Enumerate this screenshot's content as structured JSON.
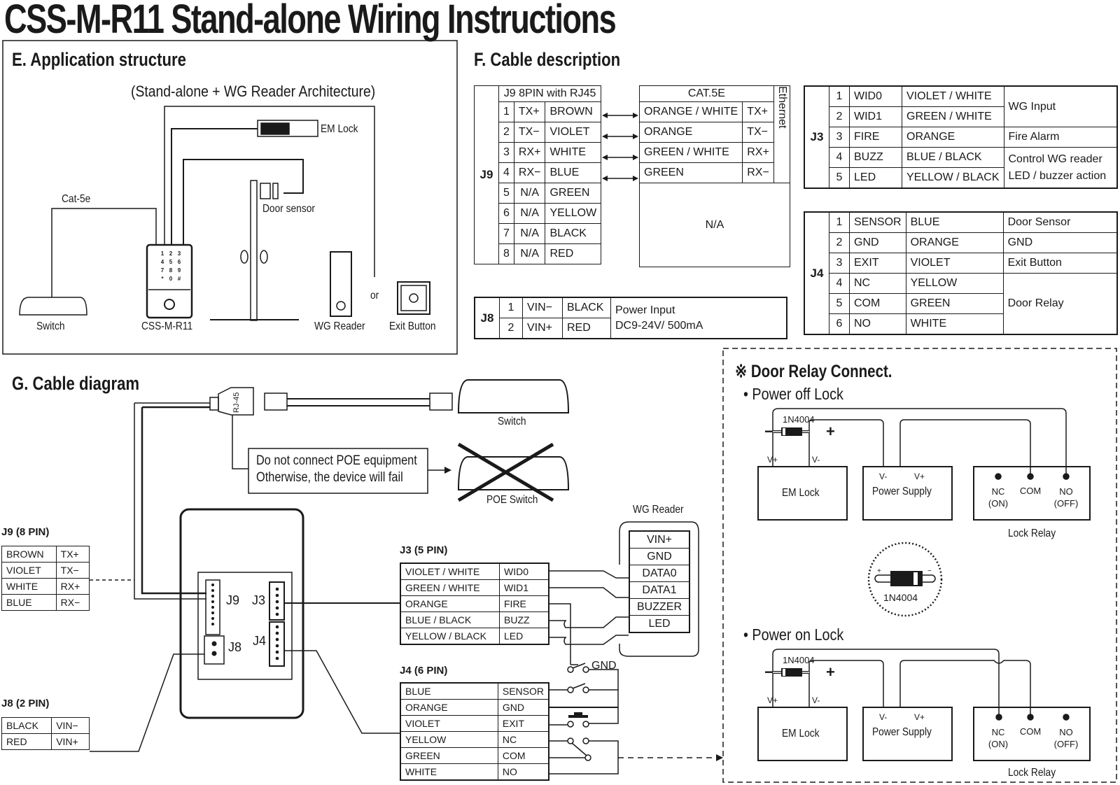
{
  "title": "CSS-M-R11 Stand-alone Wiring Instructions",
  "section_e": {
    "heading": "E. Application structure",
    "subtitle": "(Stand-alone + WG Reader Architecture)",
    "labels": {
      "em_lock": "EM Lock",
      "door_sensor": "Door sensor",
      "cable": "Cat-5e",
      "switch": "Switch",
      "device": "CSS-M-R11",
      "wg_reader": "WG Reader",
      "or": "or",
      "exit_button": "Exit Button"
    },
    "keypad_keys": [
      "1",
      "2",
      "3",
      "4",
      "5",
      "6",
      "7",
      "8",
      "9",
      "*",
      "0",
      "#"
    ]
  },
  "section_f": {
    "heading": "F. Cable description",
    "j9_table": {
      "connector": "J9",
      "header": "J9 8PIN with RJ45",
      "rows": [
        {
          "pin": "1",
          "signal": "TX+",
          "color": "BROWN"
        },
        {
          "pin": "2",
          "signal": "TX−",
          "color": "VIOLET"
        },
        {
          "pin": "3",
          "signal": "RX+",
          "color": "WHITE"
        },
        {
          "pin": "4",
          "signal": "RX−",
          "color": "BLUE"
        },
        {
          "pin": "5",
          "signal": "N/A",
          "color": "GREEN"
        },
        {
          "pin": "6",
          "signal": "N/A",
          "color": "YELLOW"
        },
        {
          "pin": "7",
          "signal": "N/A",
          "color": "BLACK"
        },
        {
          "pin": "8",
          "signal": "N/A",
          "color": "RED"
        }
      ]
    },
    "cat5e_table": {
      "header": "CAT.5E",
      "side_label": "Ethernet",
      "rows": [
        {
          "color": "ORANGE / WHITE",
          "signal": "TX+"
        },
        {
          "color": "ORANGE",
          "signal": "TX−"
        },
        {
          "color": "GREEN / WHITE",
          "signal": "RX+"
        },
        {
          "color": "GREEN",
          "signal": "RX−"
        }
      ],
      "na_label": "N/A"
    },
    "j8_table": {
      "connector": "J8",
      "rows": [
        {
          "pin": "1",
          "signal": "VIN−",
          "color": "BLACK"
        },
        {
          "pin": "2",
          "signal": "VIN+",
          "color": "RED"
        }
      ],
      "description_line1": "Power Input",
      "description_line2": "DC9-24V/ 500mA"
    },
    "j3_table": {
      "connector": "J3",
      "rows": [
        {
          "pin": "1",
          "signal": "WID0",
          "color": "VIOLET / WHITE"
        },
        {
          "pin": "2",
          "signal": "WID1",
          "color": "GREEN / WHITE"
        },
        {
          "pin": "3",
          "signal": "FIRE",
          "color": "ORANGE"
        },
        {
          "pin": "4",
          "signal": "BUZZ",
          "color": "BLUE / BLACK"
        },
        {
          "pin": "5",
          "signal": "LED",
          "color": "YELLOW / BLACK"
        }
      ],
      "descriptions": {
        "wg_input": "WG Input",
        "fire_alarm": "Fire Alarm",
        "control_line1": "Control WG reader",
        "control_line2": "LED / buzzer action"
      }
    },
    "j4_table": {
      "connector": "J4",
      "rows": [
        {
          "pin": "1",
          "signal": "SENSOR",
          "color": "BLUE"
        },
        {
          "pin": "2",
          "signal": "GND",
          "color": "ORANGE"
        },
        {
          "pin": "3",
          "signal": "EXIT",
          "color": "VIOLET"
        },
        {
          "pin": "4",
          "signal": "NC",
          "color": "YELLOW"
        },
        {
          "pin": "5",
          "signal": "COM",
          "color": "GREEN"
        },
        {
          "pin": "6",
          "signal": "NO",
          "color": "WHITE"
        }
      ],
      "descriptions": {
        "door_sensor": "Door Sensor",
        "gnd": "GND",
        "exit_button": "Exit Button",
        "door_relay": "Door Relay"
      }
    }
  },
  "section_g": {
    "heading": "G. Cable diagram",
    "rj45_label": "RJ-45",
    "switch_label": "Switch",
    "poe_switch_label": "POE Switch",
    "warning_line1": "Do not connect POE equipment",
    "warning_line2": "Otherwise, the device will fail",
    "board_labels": {
      "j9": "J9",
      "j3": "J3",
      "j8": "J8",
      "j4": "J4"
    },
    "j9_block": {
      "title": "J9  (8 PIN)",
      "rows": [
        {
          "color": "BROWN",
          "signal": "TX+"
        },
        {
          "color": "VIOLET",
          "signal": "TX−"
        },
        {
          "color": "WHITE",
          "signal": "RX+"
        },
        {
          "color": "BLUE",
          "signal": "RX−"
        }
      ]
    },
    "j8_block": {
      "title": "J8  (2 PIN)",
      "rows": [
        {
          "color": "BLACK",
          "signal": "VIN−"
        },
        {
          "color": "RED",
          "signal": "VIN+"
        }
      ]
    },
    "j3_block": {
      "title": "J3  (5 PIN)",
      "rows": [
        {
          "color": "VIOLET / WHITE",
          "signal": "WID0"
        },
        {
          "color": "GREEN / WHITE",
          "signal": "WID1"
        },
        {
          "color": "ORANGE",
          "signal": "FIRE"
        },
        {
          "color": "BLUE / BLACK",
          "signal": "BUZZ"
        },
        {
          "color": "YELLOW / BLACK",
          "signal": "LED"
        }
      ]
    },
    "j4_block": {
      "title": "J4  (6 PIN)",
      "rows": [
        {
          "color": "BLUE",
          "signal": "SENSOR"
        },
        {
          "color": "ORANGE",
          "signal": "GND"
        },
        {
          "color": "VIOLET",
          "signal": "EXIT"
        },
        {
          "color": "YELLOW",
          "signal": "NC"
        },
        {
          "color": "GREEN",
          "signal": "COM"
        },
        {
          "color": "WHITE",
          "signal": "NO"
        }
      ]
    },
    "wg_reader": {
      "title": "WG Reader",
      "pins": [
        "VIN+",
        "GND",
        "DATA0",
        "DATA1",
        "BUZZER",
        "LED"
      ]
    },
    "gnd_label": "GND"
  },
  "door_relay": {
    "heading": "※ Door Relay Connect.",
    "power_off": {
      "title": "• Power off Lock",
      "diode": "1N4004",
      "minus": "−",
      "plus": "+",
      "em_lock": "EM Lock",
      "em_vplus": "V+",
      "em_vminus": "V-",
      "ps_vminus": "V-",
      "ps_vplus": "V+",
      "power_supply": "Power Supply",
      "nc": "NC",
      "nc_sub": "(ON)",
      "com": "COM",
      "no": "NO",
      "no_sub": "(OFF)",
      "relay_label": "Lock Relay"
    },
    "diode_detail": {
      "label": "1N4004",
      "plus": "+",
      "minus": "−"
    },
    "power_on": {
      "title": "• Power on Lock",
      "diode": "1N4004",
      "minus": "−",
      "plus": "+",
      "em_lock": "EM Lock",
      "em_vplus": "V+",
      "em_vminus": "V-",
      "ps_vminus": "V-",
      "ps_vplus": "V+",
      "power_supply": "Power Supply",
      "nc": "NC",
      "nc_sub": "(ON)",
      "com": "COM",
      "no": "NO",
      "no_sub": "(OFF)",
      "relay_label": "Lock Relay"
    }
  }
}
